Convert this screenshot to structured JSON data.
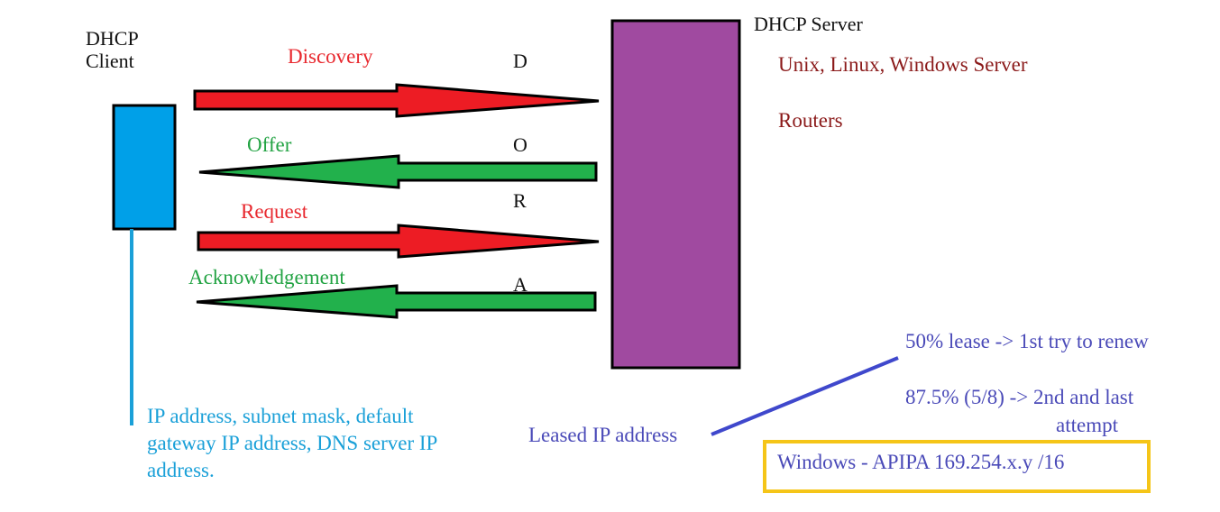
{
  "client": {
    "label_line1": "DHCP",
    "label_line2": "Client",
    "color": "#00a0e8",
    "info_lines": [
      "IP address, subnet mask, default",
      "gateway IP address, DNS server IP",
      "address."
    ]
  },
  "server": {
    "label": "DHCP Server",
    "color": "#a04aa0",
    "platforms": "Unix, Linux, Windows Server",
    "routers": "Routers"
  },
  "messages": [
    {
      "name": "Discovery",
      "letter": "D",
      "direction": "to-server",
      "color": "#ed1c24"
    },
    {
      "name": "Offer",
      "letter": "O",
      "direction": "to-client",
      "color": "#22b14c"
    },
    {
      "name": "Request",
      "letter": "R",
      "direction": "to-server",
      "color": "#ed1c24"
    },
    {
      "name": "Acknowledgement",
      "letter": "A",
      "direction": "to-client",
      "color": "#22b14c"
    }
  ],
  "lease": {
    "label": "Leased IP address",
    "renew_first": "50% lease -> 1st try to renew",
    "renew_last_line1": "87.5% (5/8) -> 2nd and last",
    "renew_last_line2": "attempt"
  },
  "apipa": {
    "text": "Windows - APIPA 169.254.x.y /16",
    "border_color": "#f5c518"
  }
}
